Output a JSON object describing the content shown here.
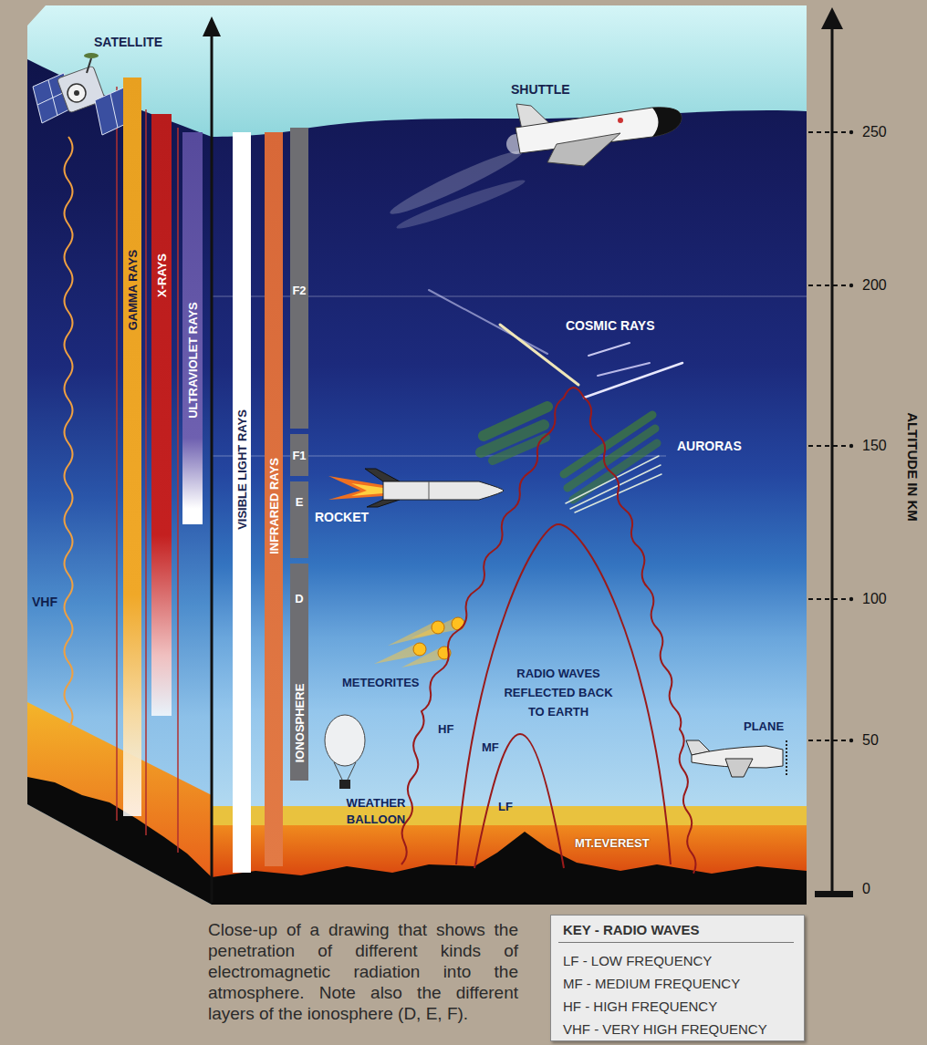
{
  "diagram": {
    "caption": "Close-up of a drawing that shows the penetration of different kinds of electromagnetic radiation into the atmosphere. Note also the different layers of the ionosphere (D, E, F).",
    "nodes": [
      {
        "text": [
          "GAMMA RAYS"
        ]
      },
      {
        "text": [
          "X-RAYS"
        ]
      },
      {
        "text": [
          "ULTRAVIOLET RAYS"
        ]
      },
      {
        "text": [
          "VISIBLE LIGHT RAYS"
        ]
      },
      {
        "text": [
          "INFRARED RAYS"
        ]
      },
      {
        "text": [
          "F2"
        ]
      },
      {
        "text": [
          "F1"
        ]
      },
      {
        "text": [
          "E"
        ]
      },
      {
        "text": [
          "D",
          "IONOSPHERE"
        ]
      }
    ],
    "labels": [
      "SATELLITE",
      "SHUTTLE",
      "COSMIC RAYS",
      "AURORAS",
      "ROCKET",
      "VHF",
      "METEORITES",
      "RADIO WAVES REFLECTED BACK TO EARTH",
      "HF",
      "MF",
      "LF",
      "WEATHER BALLOON",
      "PLANE",
      "MT.EVEREST",
      "ALTITUDE IN KM",
      "250",
      "200",
      "150",
      "100",
      "50",
      "0",
      "KEY - RADIO WAVES"
    ],
    "legend": [
      {
        "text": "LF - LOW FREQUENCY"
      },
      {
        "text": "MF - MEDIUM FREQUENCY"
      },
      {
        "text": "HF - HIGH FREQUENCY"
      },
      {
        "text": "VHF - VERY HIGH FREQUENCY"
      }
    ]
  }
}
